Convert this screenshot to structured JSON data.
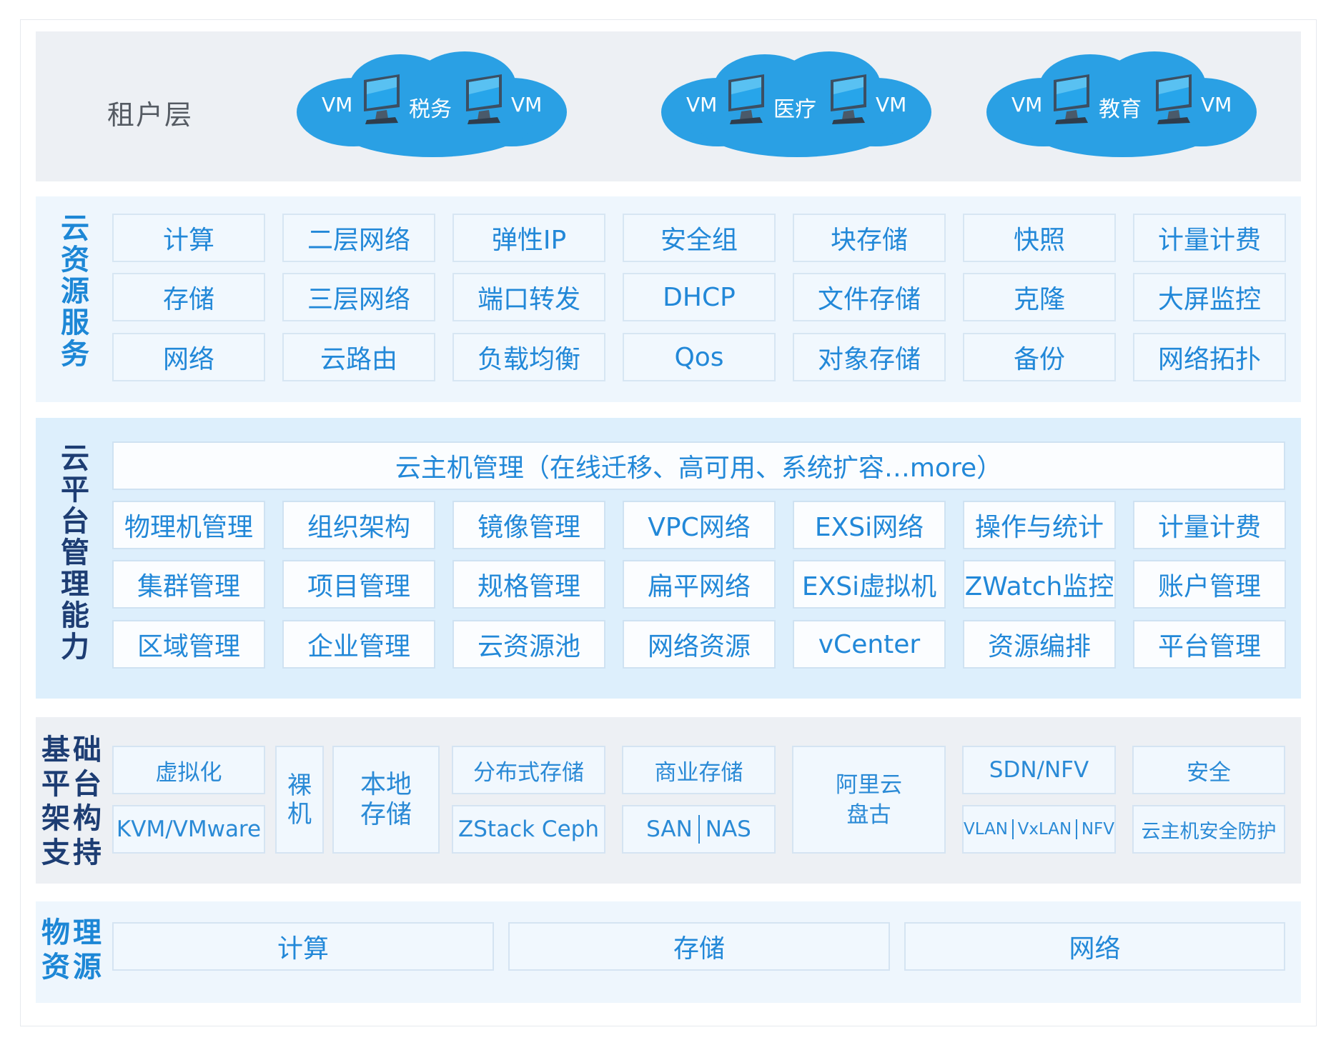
{
  "tenant_layer": {
    "label": "租户层",
    "clouds": [
      {
        "left_vm": "VM",
        "tag": "税务",
        "right_vm": "VM"
      },
      {
        "left_vm": "VM",
        "tag": "医疗",
        "right_vm": "VM"
      },
      {
        "left_vm": "VM",
        "tag": "教育",
        "right_vm": "VM"
      }
    ]
  },
  "cloud_resource_service": {
    "label": [
      "云",
      "资",
      "源",
      "服",
      "务"
    ],
    "rows": [
      [
        "计算",
        "二层网络",
        "弹性IP",
        "安全组",
        "块存储",
        "快照",
        "计量计费"
      ],
      [
        "存储",
        "三层网络",
        "端口转发",
        "DHCP",
        "文件存储",
        "克隆",
        "大屏监控"
      ],
      [
        "网络",
        "云路由",
        "负载均衡",
        "Qos",
        "对象存储",
        "备份",
        "网络拓扑"
      ]
    ]
  },
  "cloud_platform_management": {
    "label": [
      "云",
      "平",
      "台",
      "管",
      "理",
      "能",
      "力"
    ],
    "banner": "云主机管理（在线迁移、高可用、系统扩容…more）",
    "rows": [
      [
        "物理机管理",
        "组织架构",
        "镜像管理",
        "VPC网络",
        "EXSi网络",
        "操作与统计",
        "计量计费"
      ],
      [
        "集群管理",
        "项目管理",
        "规格管理",
        "扁平网络",
        "EXSi虚拟机",
        "ZWatch监控",
        "账户管理"
      ],
      [
        "区域管理",
        "企业管理",
        "云资源池",
        "网络资源",
        "vCenter",
        "资源编排",
        "平台管理"
      ]
    ]
  },
  "base_platform_support": {
    "label": [
      "基础",
      "平台",
      "架构",
      "支持"
    ],
    "virtualization": {
      "top": "虚拟化",
      "bottom": "KVM/VMware"
    },
    "bare_metal": [
      "裸",
      "机"
    ],
    "local_storage": [
      "本地",
      "存储"
    ],
    "distributed_storage": {
      "top": "分布式存储",
      "bottom": "ZStack Ceph"
    },
    "commercial_storage": {
      "top": "商业存储",
      "bottom_left": "SAN",
      "bottom_right": "NAS"
    },
    "aliyun": [
      "阿里云",
      "盘古"
    ],
    "sdn": {
      "top": "SDN/NFV",
      "bottom_parts": [
        "VLAN",
        "VxLAN",
        "NFV"
      ]
    },
    "security": {
      "top": "安全",
      "bottom": "云主机安全防护"
    }
  },
  "physical_resources": {
    "label": [
      "物理",
      "资源"
    ],
    "items": [
      "计算",
      "存储",
      "网络"
    ]
  }
}
